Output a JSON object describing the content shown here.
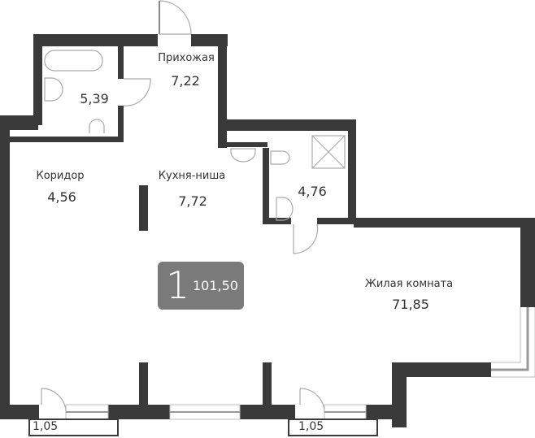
{
  "colors": {
    "wall": "#3a3a3a",
    "window_frame": "#bbbbbb",
    "window_glass": "#999999",
    "fixture_line": "#aaaaaa",
    "text": "#333333",
    "badge_bg": "#7a7a7a",
    "badge_text": "#ffffff"
  },
  "summary": {
    "rooms_count": "1",
    "total_area": "101,50"
  },
  "rooms": [
    {
      "name": "Прихожая",
      "area": "7,22"
    },
    {
      "name": "",
      "area": "5,39"
    },
    {
      "name": "Коридор",
      "area": "4,56"
    },
    {
      "name": "Кухня-ниша",
      "area": "7,72"
    },
    {
      "name": "",
      "area": "4,76"
    },
    {
      "name": "Жилая комната",
      "area": "71,85"
    }
  ],
  "balconies": [
    {
      "dimension": "1,05"
    },
    {
      "dimension": "1,05"
    }
  ],
  "fixtures": [
    "bathtub",
    "sink",
    "toilet",
    "sink",
    "toilet",
    "shower",
    "sink"
  ]
}
